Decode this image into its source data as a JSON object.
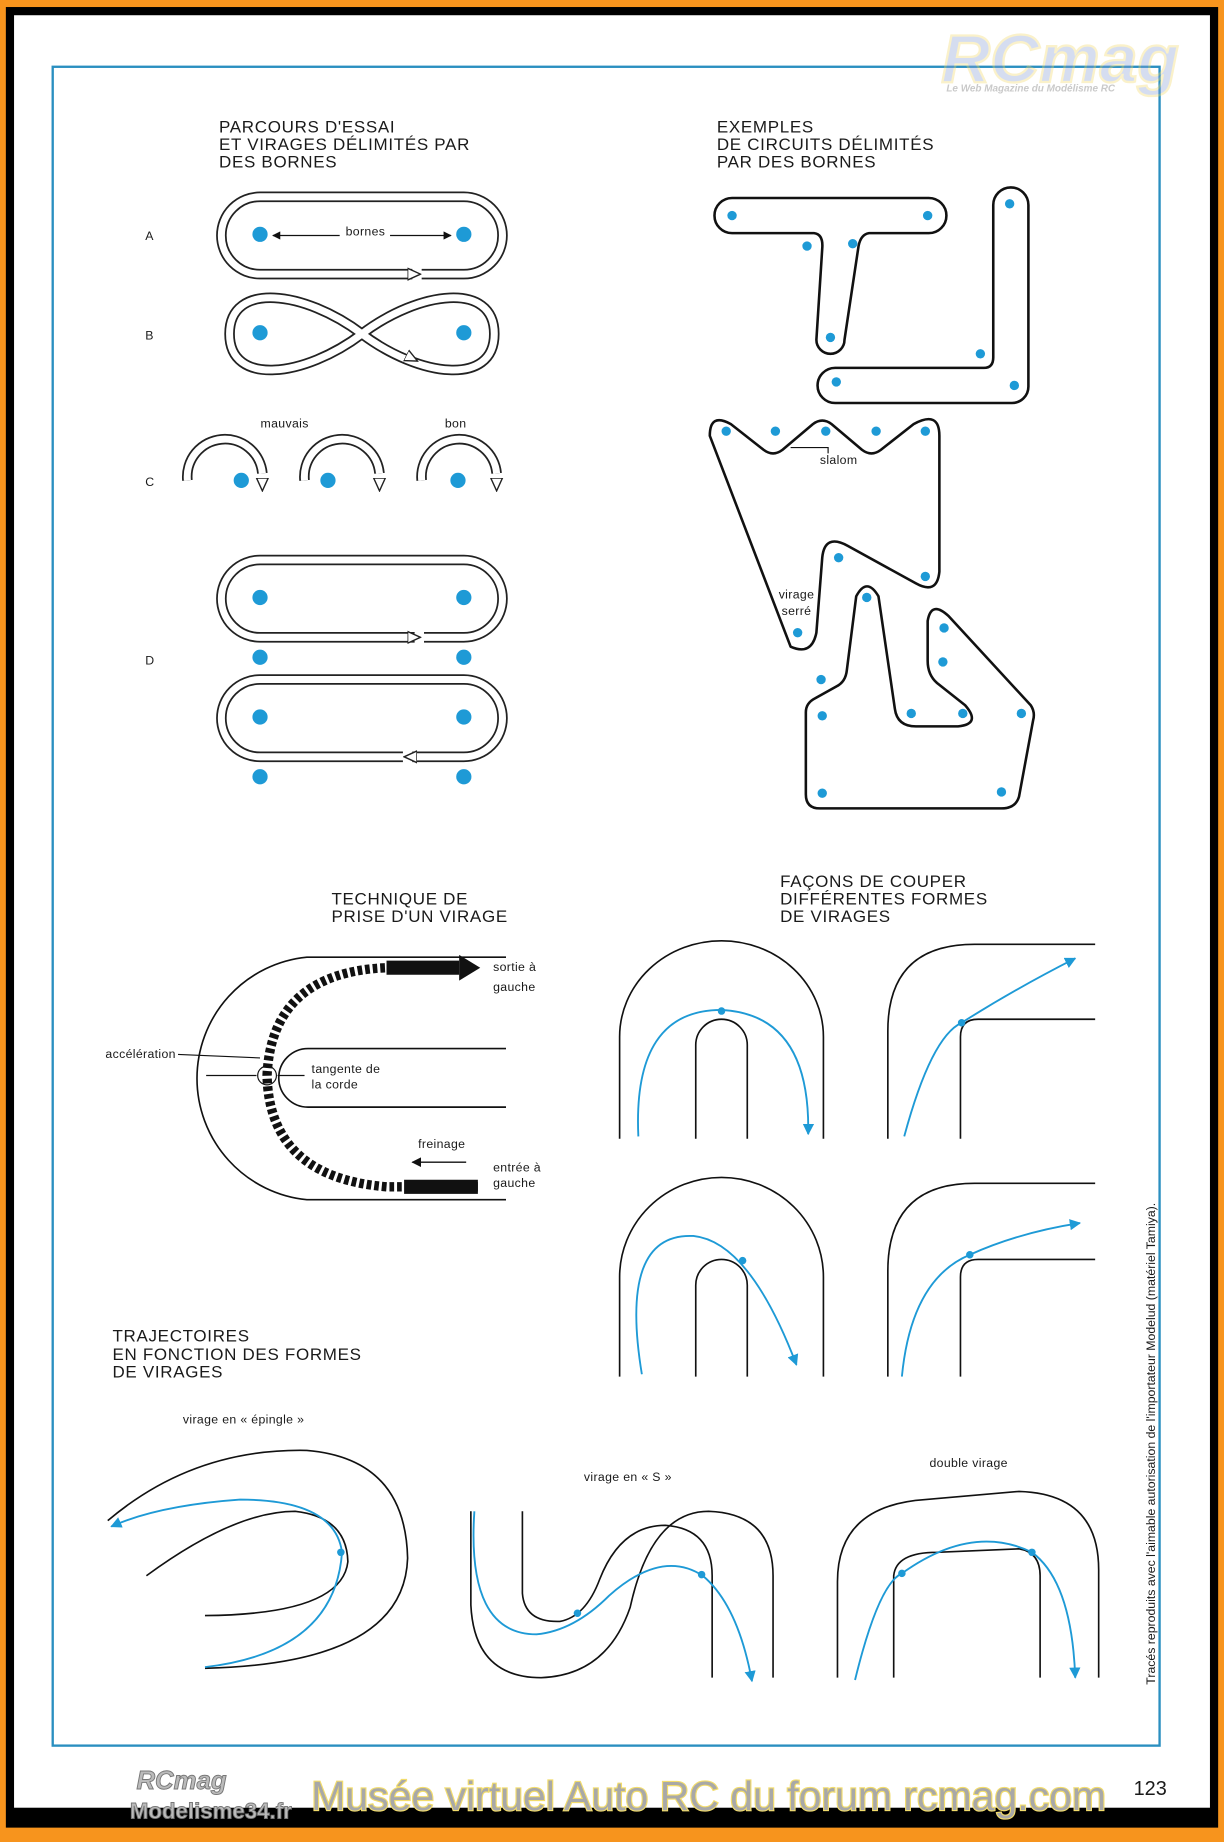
{
  "watermark": {
    "logo": "RCmag",
    "tagline": "Le Web Magazine du Modélisme RC"
  },
  "section_bornes": {
    "title": [
      "PARCOURS D'ESSAI",
      "ET VIRAGES DÉLIMITÉS PAR",
      "DES BORNES"
    ],
    "row_labels": [
      "A",
      "B",
      "C",
      "D"
    ],
    "bornes_label": "bornes",
    "mauvais_label": "mauvais",
    "bon_label": "bon"
  },
  "section_circuits": {
    "title": [
      "EXEMPLES",
      "DE CIRCUITS DÉLIMITÉS",
      "PAR DES BORNES"
    ],
    "slalom_label": "slalom",
    "virage_serre_label": [
      "virage",
      "serré"
    ]
  },
  "section_technique": {
    "title": [
      "TECHNIQUE DE",
      "PRISE D'UN VIRAGE"
    ],
    "sortie_label": [
      "sortie  à",
      "gauche"
    ],
    "acceleration_label": "accélération",
    "tangente_label": [
      "tangente  de",
      "la  corde"
    ],
    "freinage_label": "freinage",
    "entree_label": [
      "entrée  à",
      "gauche"
    ]
  },
  "section_facons": {
    "title": [
      "FAÇONS DE COUPER",
      "DIFFÉRENTES FORMES",
      "DE VIRAGES"
    ]
  },
  "section_trajectoires": {
    "title": [
      "TRAJECTOIRES",
      "EN FONCTION DES FORMES",
      "DE VIRAGES"
    ],
    "epingle_label": "virage  en  « épingle »",
    "s_label": "virage  en  « S »",
    "double_label": "double  virage"
  },
  "credit": "Tracés reproduits avec l'aimable autorisation de l'importateur Modelud (matériel Tamiya).",
  "footer": {
    "logo_line1": "RCmag",
    "logo_line2": "Modelisme34.fr",
    "banner": "Musée virtuel Auto RC du forum rcmag.com",
    "page_number": "123"
  },
  "colors": {
    "frame_orange": "#f7941d",
    "frame_black": "#000000",
    "border_blue": "#2a8fc0",
    "dot_blue": "#1e9ad6"
  }
}
